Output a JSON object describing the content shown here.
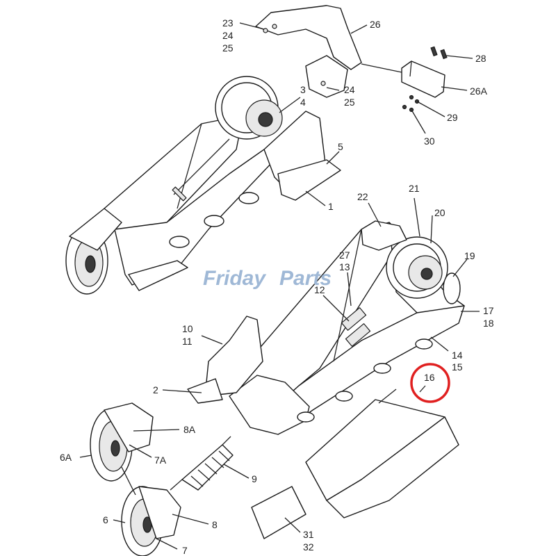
{
  "watermark": {
    "text_a": "Friday",
    "text_b": "Parts",
    "color": "#9fb8d6"
  },
  "highlight": {
    "color": "#e02020",
    "target": "16"
  },
  "labels": {
    "l23": "23",
    "l24a": "24",
    "l25a": "25",
    "l26": "26",
    "l28": "28",
    "l3": "3",
    "l4": "4",
    "l24b": "24",
    "l25b": "25",
    "l26A": "26A",
    "l29": "29",
    "l30": "30",
    "l5": "5",
    "l1": "1",
    "l21": "21",
    "l22": "22",
    "l20": "20",
    "l27": "27",
    "l13": "13",
    "l19": "19",
    "l12": "12",
    "l17": "17",
    "l18": "18",
    "l10": "10",
    "l11": "11",
    "l14": "14",
    "l15": "15",
    "l16": "16",
    "l2": "2",
    "l8A": "8A",
    "l6A": "6A",
    "l7A": "7A",
    "l9": "9",
    "l6": "6",
    "l8": "8",
    "l7": "7",
    "l31": "31",
    "l32": "32"
  }
}
